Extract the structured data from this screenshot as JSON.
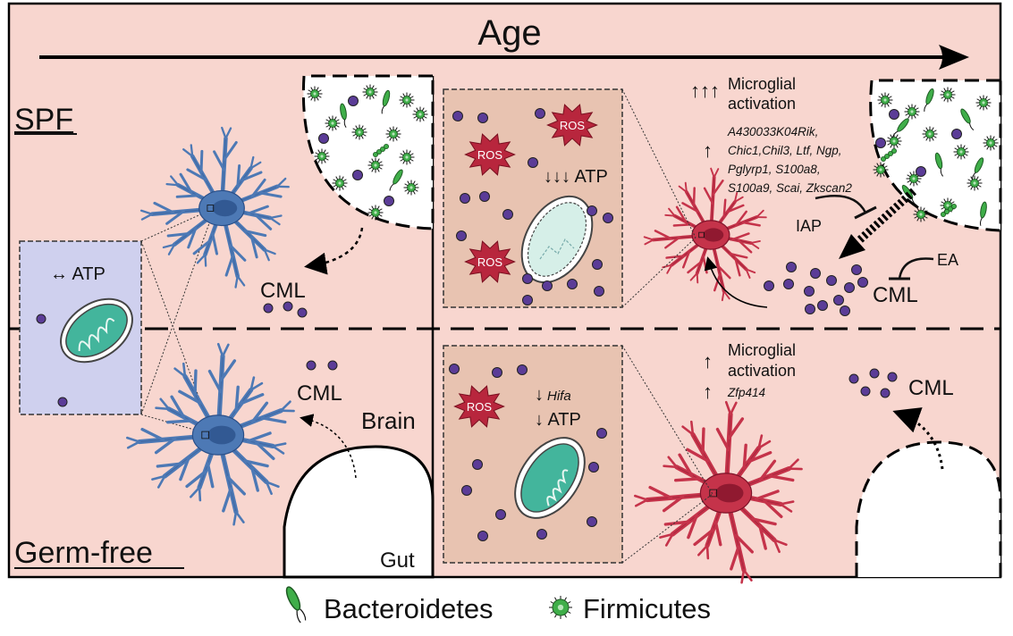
{
  "title": "Age",
  "conditions": {
    "top": "SPF",
    "bottom": "Germ-free"
  },
  "anatomy": {
    "brain": "Brain",
    "gut": "Gut"
  },
  "young_atp_label": "↔ ATP",
  "spf_old": {
    "ros": [
      "ROS",
      "ROS",
      "ROS",
      "ROS"
    ],
    "atp_label": "↓↓↓ ATP",
    "activation_arrows": "↑↑↑",
    "activation_line1": "Microglial",
    "activation_line2": "activation",
    "gene_arrow": "↑",
    "genes": [
      "A430033K04Rik,",
      "Chic1,Chil3, Ltf, Ngp,",
      "Pglyrp1, S100a8,",
      "S100a9, Scai, Zkscan2"
    ],
    "iap": "IAP",
    "ea": "EA",
    "cml": "CML"
  },
  "gf_old": {
    "ros": "ROS",
    "hifa_arrow": "↓",
    "hifa": "Hifa",
    "atp_label": "↓ ATP",
    "activation_arrow": "↑",
    "activation_line1": "Microglial",
    "activation_line2": "activation",
    "gene_arrow": "↑",
    "gene": "Zfp414",
    "cml": "CML"
  },
  "spf_young_cml": "CML",
  "gf_young_cml": "CML",
  "legend": {
    "bacteroidetes": "Bacteroidetes",
    "firmicutes": "Firmicutes"
  },
  "colors": {
    "panel_bg": "#f8d6cf",
    "young_box": "#cfd0ee",
    "old_box": "#e8c3b1",
    "microglia_blue": "#4d79b5",
    "microglia_red": "#c5334a",
    "ros": "#b8263d",
    "cml_dot": "#5b3c97",
    "mito_young": "#43b59c",
    "mito_old": "#cfece4",
    "bacteria_green": "#3fae49"
  }
}
